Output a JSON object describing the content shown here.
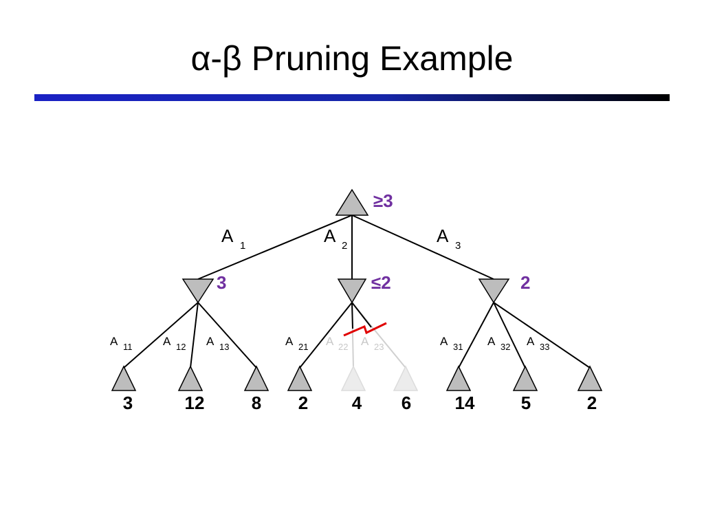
{
  "slide": {
    "title": "α-β Pruning Example"
  },
  "tree": {
    "root": {
      "value": "≥3"
    },
    "moves": [
      {
        "label": "A",
        "sub": "1",
        "value": "3",
        "children": [
          {
            "label": "A",
            "sub": "11",
            "leaf": "3"
          },
          {
            "label": "A",
            "sub": "12",
            "leaf": "12"
          },
          {
            "label": "A",
            "sub": "13",
            "leaf": "8"
          }
        ]
      },
      {
        "label": "A",
        "sub": "2",
        "value": "≤2",
        "children": [
          {
            "label": "A",
            "sub": "21",
            "leaf": "2"
          },
          {
            "label": "A",
            "sub": "22",
            "leaf": "4",
            "pruned": true
          },
          {
            "label": "A",
            "sub": "23",
            "leaf": "6",
            "pruned": true
          }
        ]
      },
      {
        "label": "A",
        "sub": "3",
        "value": "2",
        "children": [
          {
            "label": "A",
            "sub": "31",
            "leaf": "14"
          },
          {
            "label": "A",
            "sub": "32",
            "leaf": "5"
          },
          {
            "label": "A",
            "sub": "33",
            "leaf": "2"
          }
        ]
      }
    ]
  },
  "colors": {
    "value_text": "#7030a0",
    "cut_mark": "#e00000",
    "pruned": "#d0d0d0",
    "node_fill": "#bdbdbd",
    "title_bar_start": "#1a22c4",
    "title_bar_end": "#000000"
  }
}
